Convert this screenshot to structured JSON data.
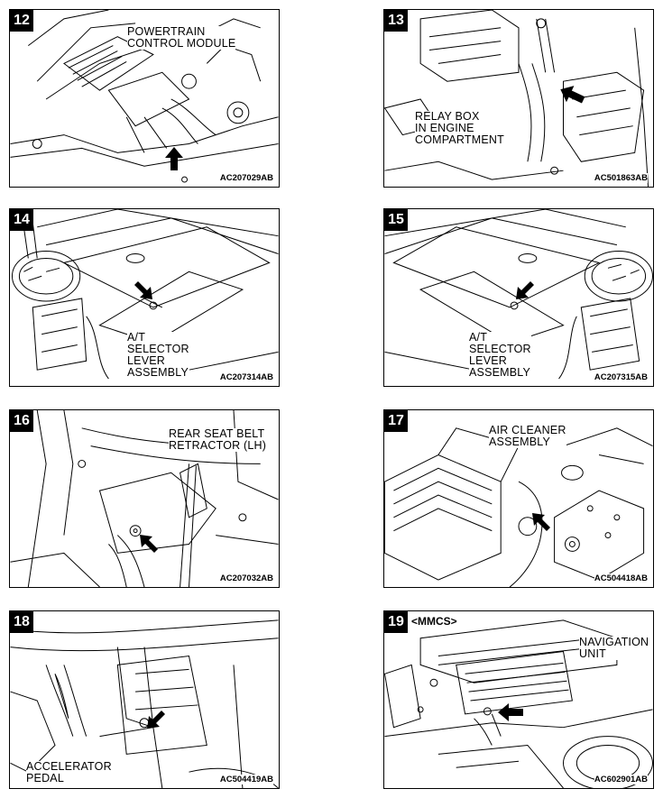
{
  "panels": [
    {
      "number": "12",
      "label": "POWERTRAIN\nCONTROL MODULE",
      "code": "AC207029AB",
      "arrow": "arrow-up-icon"
    },
    {
      "number": "13",
      "label": "RELAY BOX\nIN ENGINE\nCOMPARTMENT",
      "code": "AC501863AB",
      "arrow": "arrow-left-icon"
    },
    {
      "number": "14",
      "label": "A/T\nSELECTOR\nLEVER\nASSEMBLY",
      "code": "AC207314AB",
      "arrow": "arrow-down-right-icon"
    },
    {
      "number": "15",
      "label": "A/T\nSELECTOR\nLEVER\nASSEMBLY",
      "code": "AC207315AB",
      "arrow": "arrow-down-left-icon"
    },
    {
      "number": "16",
      "label": "REAR SEAT BELT\nRETRACTOR (LH)",
      "code": "AC207032AB",
      "arrow": "arrow-up-left-icon"
    },
    {
      "number": "17",
      "label": "AIR CLEANER\nASSEMBLY",
      "code": "AC504418AB",
      "arrow": "arrow-up-left-icon"
    },
    {
      "number": "18",
      "label": "ACCELERATOR\nPEDAL",
      "code": "AC504419AB",
      "arrow": "arrow-down-left-icon"
    },
    {
      "number": "19",
      "tag": "<MMCS>",
      "label": "NAVIGATION\nUNIT",
      "code": "AC602901AB",
      "arrow": "arrow-left-icon"
    }
  ]
}
